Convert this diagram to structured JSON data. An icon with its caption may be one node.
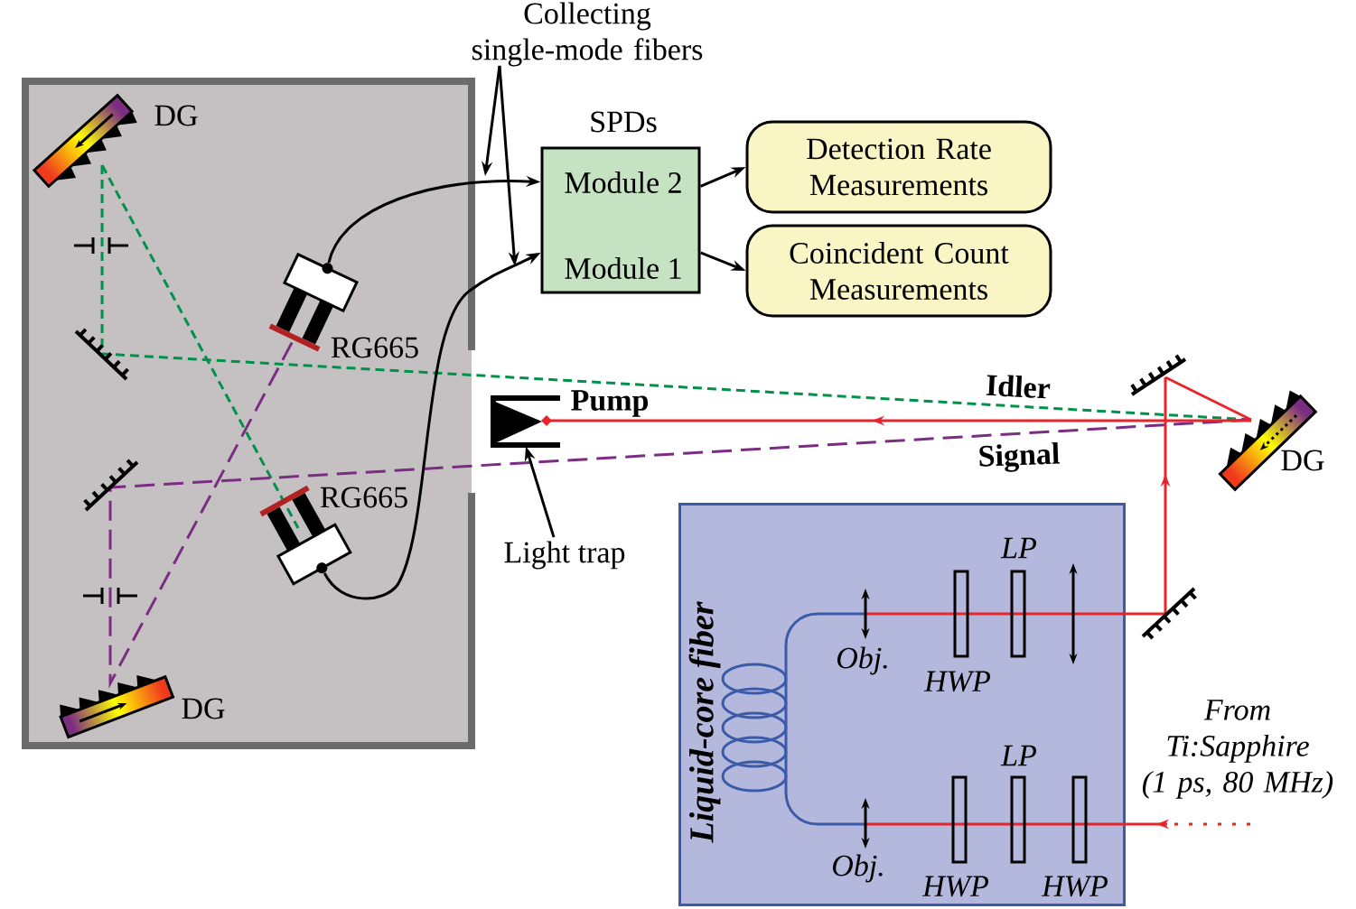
{
  "diagram": {
    "nodes": [
      {
        "text": [
          "SPDs",
          "Module 2",
          "Module 1"
        ]
      },
      {
        "text": [
          "Detection Rate Measurements"
        ]
      },
      {
        "text": [
          "Coincident Count Measurements"
        ]
      },
      {
        "text": [],
        "shape": "picture",
        "beside": [
          "RG665"
        ]
      },
      {
        "text": [],
        "shape": "picture",
        "beside": [
          "RG665"
        ]
      },
      {
        "text": [
          "Collecting single-mode fibers"
        ]
      },
      {
        "text": [
          "Light trap"
        ]
      },
      {
        "text": [],
        "shape": "picture"
      },
      {
        "text": [
          "Liquid-core fiber"
        ]
      }
    ],
    "edges": [
      {
        "from": 3,
        "to": 0,
        "arrow": "to"
      },
      {
        "from": 4,
        "to": 0,
        "arrow": "to"
      },
      {
        "from": 0,
        "to": 1,
        "arrow": "to"
      },
      {
        "from": 0,
        "to": 2,
        "arrow": "to"
      },
      {
        "from": 5,
        "to": null,
        "arrow": "to"
      },
      {
        "from": 5,
        "to": null,
        "arrow": "to"
      },
      {
        "from": 6,
        "to": 7,
        "arrow": "to"
      }
    ],
    "labels": [
      "DG",
      "Idler",
      "Pump",
      "Signal",
      "DG",
      "LP",
      "Obj.",
      "HWP",
      "DG",
      "From Ti:Sapphire (1 ps, 80 MHz)",
      "LP",
      "Obj.",
      "HWP",
      "HWP"
    ]
  }
}
